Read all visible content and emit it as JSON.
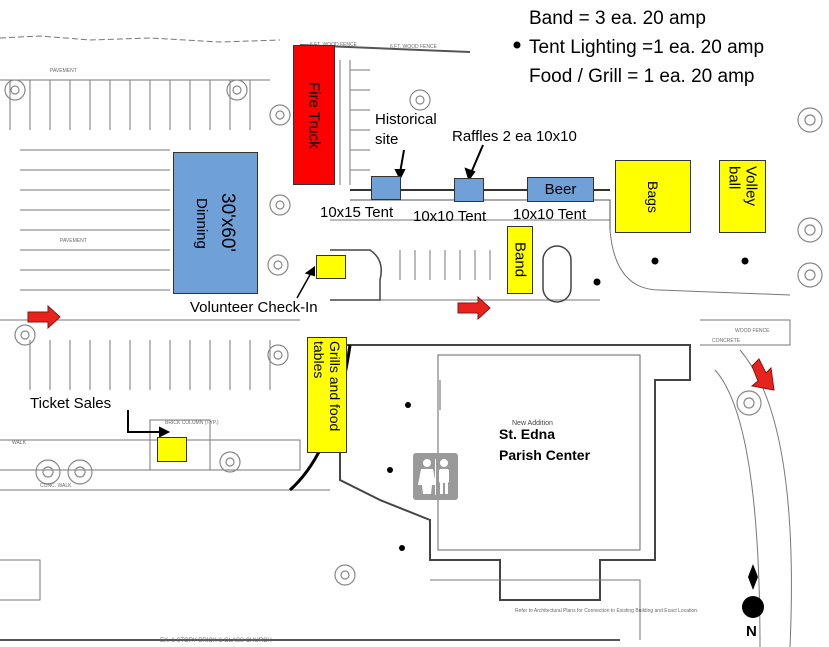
{
  "notes": [
    "Band = 3 ea. 20 amp",
    "Tent Lighting =1 ea. 20 amp",
    "Food / Grill = 1 ea. 20 amp"
  ],
  "stations": {
    "fire_truck": "Fire Truck",
    "dining_title": "Dinning",
    "dining_size": "30'x60'",
    "bags": "Bags",
    "volleyball": "Volley ball",
    "band": "Band",
    "beer": "Beer",
    "grills": "Grills and food tables"
  },
  "labels": {
    "historical_site": "Historical site",
    "raffles": "Raffles 2 ea 10x10",
    "tent_10x15": "10x15 Tent",
    "tent_10x10_a": "10x10 Tent",
    "tent_10x10_b": "10x10 Tent",
    "volunteer_checkin": "Volunteer Check-In",
    "ticket_sales": "Ticket Sales",
    "parish_line1": "St. Edna",
    "parish_line2": "Parish Center",
    "north": "N"
  },
  "plan_text": {
    "pavement_1": "PAVEMENT",
    "pavement_2": "PAVEMENT",
    "fence_1": "6 FT. WOOD FENCE",
    "fence_2": "6 FT. WOOD FENCE",
    "new_addition": "New Addition",
    "church": "EX. 1 STORY BRICK & GLASS CHURCH",
    "arch_note": "Refer to Architectural Plans for Connection to Existing Building and Exact Location.",
    "concrete": "CONCRETE",
    "wood_fence": "WOOD FENCE",
    "brick_column": "BRICK COLUMN (TYP.)",
    "walk": "WALK",
    "conc_walk": "CONC. WALK"
  },
  "colors": {
    "blue": "#6fa0d8",
    "yellow": "#ffff00",
    "red": "#ff0000",
    "arrow": "#e8231e",
    "restroom": "#9a9a9a"
  },
  "icons": [
    "restroom-icon",
    "north-arrow-icon",
    "direction-arrow-icon"
  ]
}
